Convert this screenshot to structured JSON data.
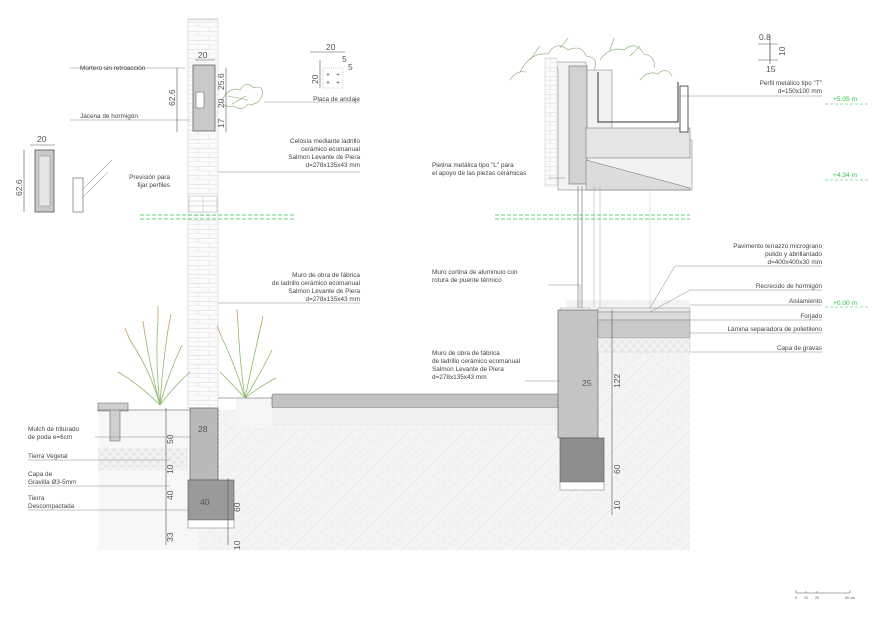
{
  "labels": {
    "mortero": "Mortero sin retroacción",
    "jacena": "Jácena de hormigón",
    "celosia": [
      "Celosía mediante ladrillo",
      "cerámico ecomanual",
      "Salmon Levante de Piera",
      "d=278x135x43 mm"
    ],
    "placa": "Placa de anclaje",
    "prevision": [
      "Previsión para",
      "fijar perfiles"
    ],
    "muro_fabrica_1": [
      "Muro de obra de fábrica",
      "de ladrillo cerámico ecomanual",
      "Salmon Levante de Piera",
      "d=278x135x43 mm"
    ],
    "mulch": [
      "Mulch de triturado",
      "de poda e=6cm"
    ],
    "tierra_vegetal": "Tierra Vegetal",
    "gravilla": [
      "Capa de",
      "Gravilla Ø3-5mm"
    ],
    "tierra_descompactada": [
      "Tierra",
      "Descompactada"
    ],
    "perfil_t": [
      "Perfil metálico tipo \"T\"",
      "d=150x100 mm"
    ],
    "pletina": [
      "Pletina metálica tipo \"L\" para",
      "el apoyo de las piezas cerámicas"
    ],
    "muro_cortina": [
      "Muro cortina de aluminuio con",
      "rotura de puente térmico"
    ],
    "muro_fabrica_2": [
      "Muro de obra de fábrica",
      "de ladrillo cerámico ecomanual",
      "Salmon Levante de Piera",
      "d=278x135x43 mm"
    ],
    "pavimento": [
      "Pavimento terrazzo micrograno",
      "pulido y abrillantado",
      "d=400x400x30 mm"
    ],
    "recrecido": "Recrecido de hormigón",
    "aislamiento": "Aislamiento",
    "forjado": "Forjado",
    "lamina": "Lámina separadora de polietileno",
    "capa_gravas": "Capa de gravas"
  },
  "levels": {
    "l1": "+5.05 m",
    "l2": "+4.34 m",
    "l3": "+0.00 m"
  },
  "dimensions": {
    "brick_width_top": "20",
    "beam_height": "62.6",
    "beam_25_6": "25.6",
    "beam_20": "20",
    "beam_17": "17",
    "detail_20": "20",
    "detail_62_6": "62.6",
    "plate_20": "20",
    "plate_5a": "5",
    "plate_5b": "5",
    "plate_20_side": "20",
    "t_0_8": "0.8",
    "t_10": "10",
    "t_15": "15",
    "wall_28": "28",
    "wall_40": "40",
    "base_50": "50",
    "base_10": "10",
    "base_40": "40",
    "base_33": "33",
    "base_60": "60",
    "base_10b": "10",
    "right_25": "25",
    "right_122": "122",
    "right_60": "60",
    "right_10": "10"
  },
  "scale_bar": [
    "0",
    "10",
    "20",
    "50 cm"
  ],
  "colors": {
    "level_green": "#2ec24a",
    "concrete": "#b5b5b5",
    "dark_concrete": "#8f8f8f",
    "vegetation": "#8bb86a"
  }
}
